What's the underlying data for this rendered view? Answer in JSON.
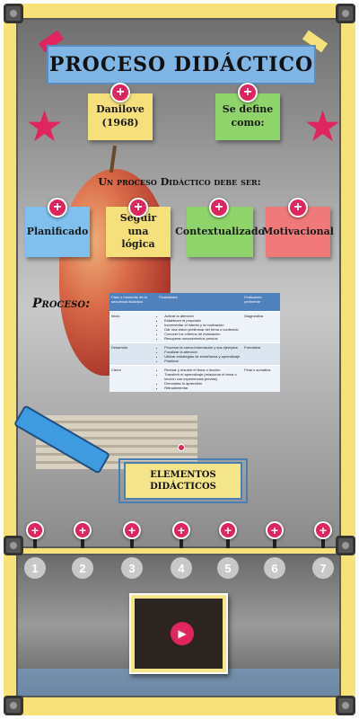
{
  "header": {
    "title": "PROCESO DIDÁCTICO"
  },
  "top_notes": [
    {
      "text": "Danilove (1968)"
    },
    {
      "text": "Se define como:"
    }
  ],
  "subtitle": "Un proceso Didáctico debe ser:",
  "qualities": [
    {
      "label": "Planificado",
      "color": "#7fc0ee"
    },
    {
      "label": "Seguir una lógica",
      "color": "#f6e07c"
    },
    {
      "label": "Contextualizado",
      "color": "#8fd46a"
    },
    {
      "label": "Motivacional",
      "color": "#f07a7a"
    }
  ],
  "proceso_label": "Proceso:",
  "table": {
    "headers": [
      "Fase o momento de la secuencia didáctica",
      "Finalidades",
      "Evaluación pertinente"
    ],
    "rows": [
      {
        "phase": "Inicio",
        "items": [
          "Activar la atención",
          "Establecer el propósito",
          "Incrementar el interés y la motivación",
          "Dar una visión preliminar del tema o contenido",
          "Conocer los criterios de evaluación",
          "Recuperar conocimientos previos"
        ],
        "evaluation": "Diagnóstica"
      },
      {
        "phase": "Desarrollo",
        "items": [
          "Procesar la nueva información y sus ejemplos",
          "Focalizar la atención",
          "Utilizar estrategias de enseñanza y aprendizaje",
          "Practicar"
        ],
        "evaluation": "Formativa"
      },
      {
        "phase": "Cierre",
        "items": [
          "Revisar y resumir el tema o lección",
          "Transferir el aprendizaje (relacionar el tema o lección con experiencias previas)",
          "Demostrar lo aprendido",
          "Retroalimentar"
        ],
        "evaluation": "Final o sumativa"
      }
    ]
  },
  "elementos": "ELEMENTOS DIDÁCTICOS",
  "numbers": [
    "1",
    "2",
    "3",
    "4",
    "5",
    "6",
    "7"
  ],
  "icons": {
    "plus": "+",
    "play": "▶",
    "star": "★"
  },
  "colors": {
    "accent": "#e0245e",
    "title_bg": "#7fb6e6",
    "frame": "#f7e27a"
  }
}
